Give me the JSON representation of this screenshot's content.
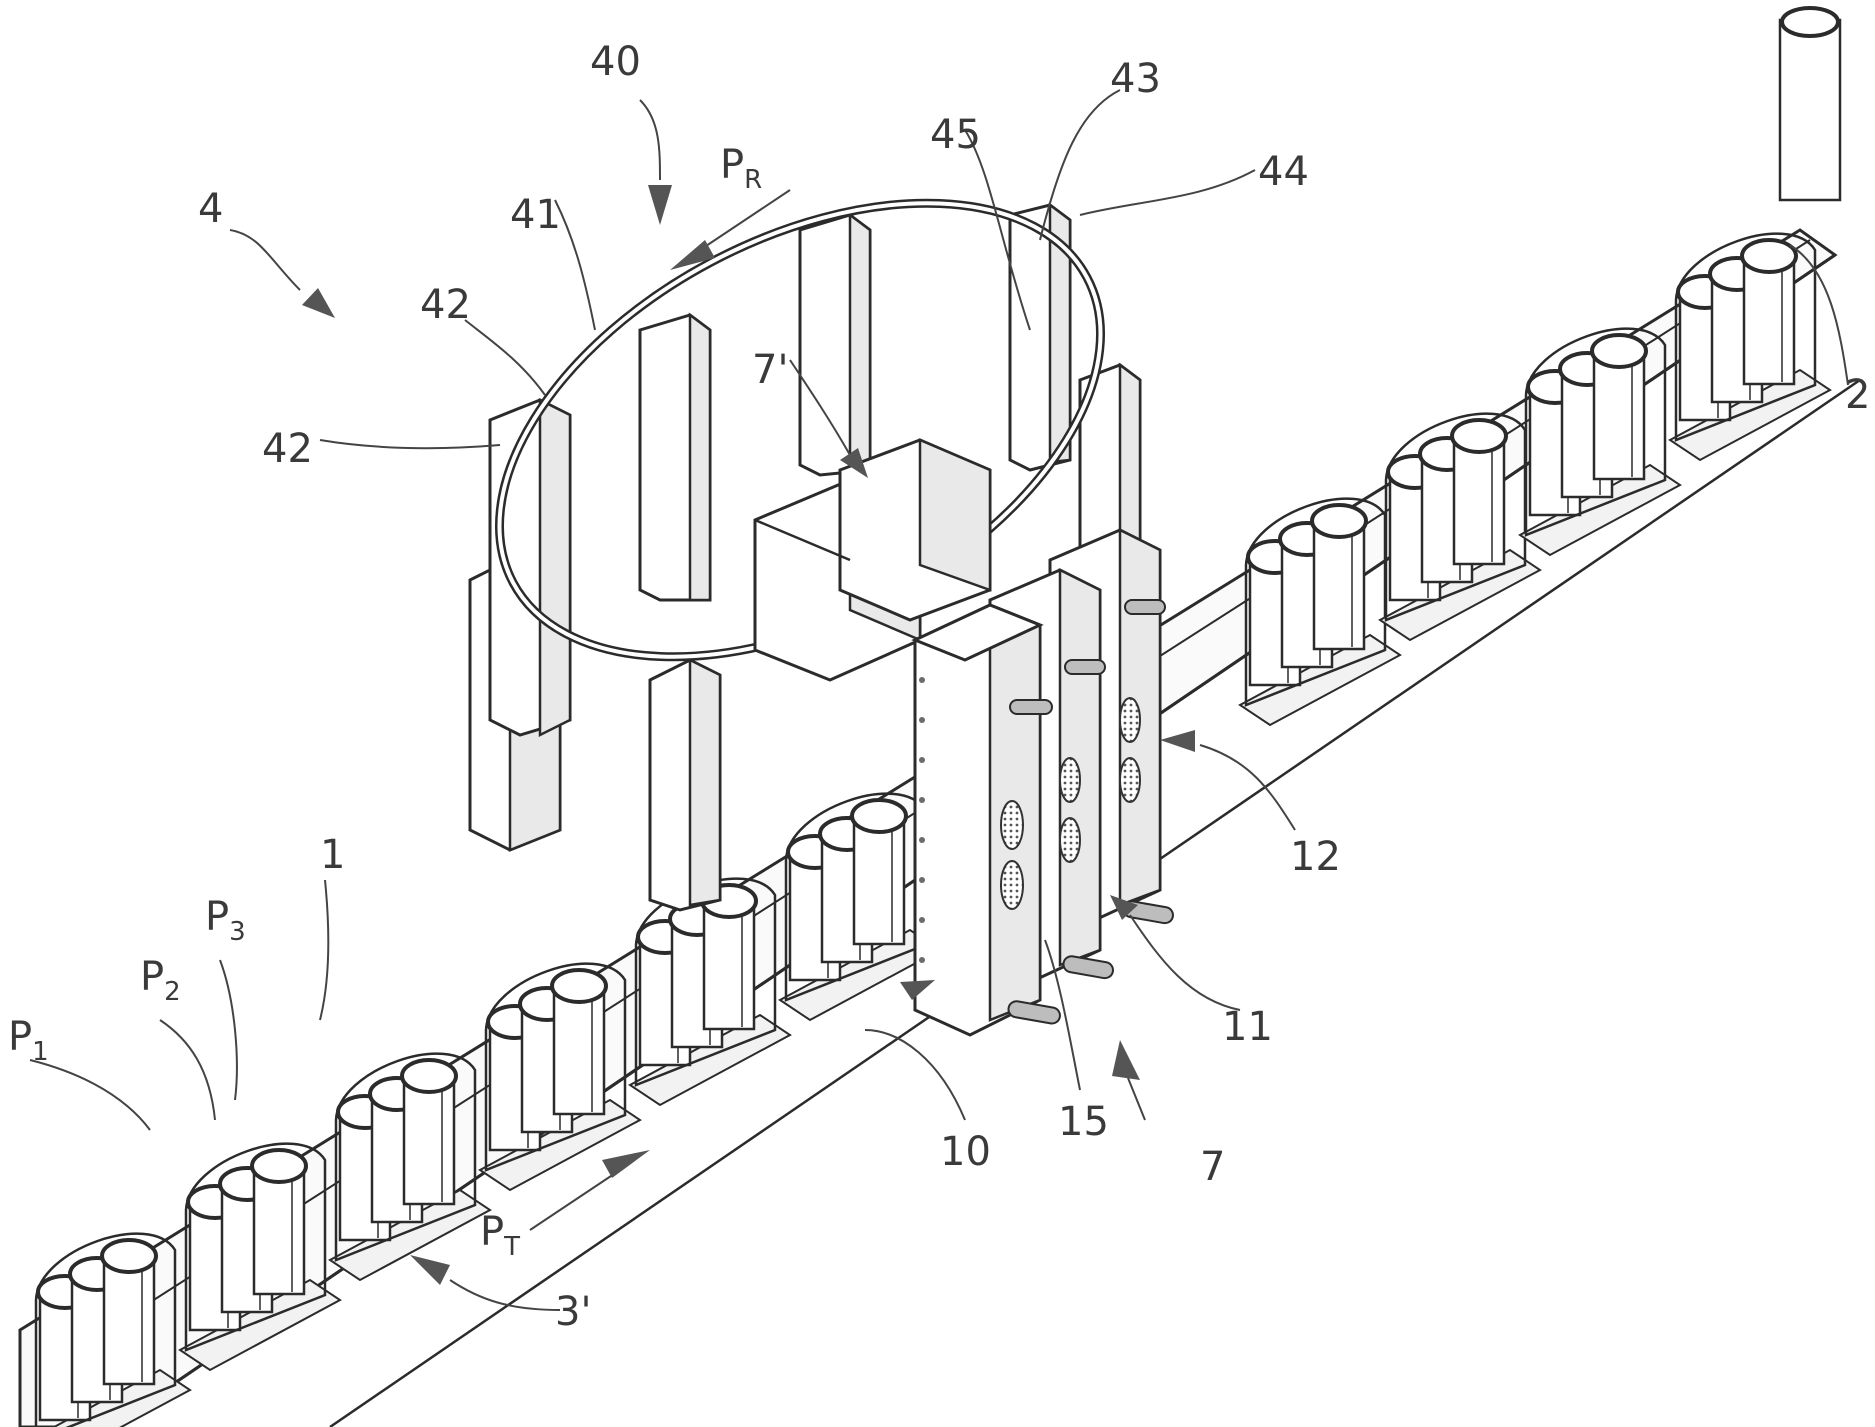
{
  "labels": {
    "l_4": "4",
    "l_40": "40",
    "l_43": "43",
    "l_45": "45",
    "l_44": "44",
    "l_PR": "P",
    "l_PR_sub": "R",
    "l_41": "41",
    "l_42a": "42",
    "l_42b": "42",
    "l_7p": "7'",
    "l_2": "2",
    "l_12": "12",
    "l_11": "11",
    "l_15": "15",
    "l_7": "7",
    "l_10": "10",
    "l_1": "1",
    "l_P1": "P",
    "l_P1_sub": "1",
    "l_P2": "P",
    "l_P2_sub": "2",
    "l_P3": "P",
    "l_P3_sub": "3",
    "l_PT": "P",
    "l_PT_sub": "T",
    "l_3p": "3'"
  }
}
